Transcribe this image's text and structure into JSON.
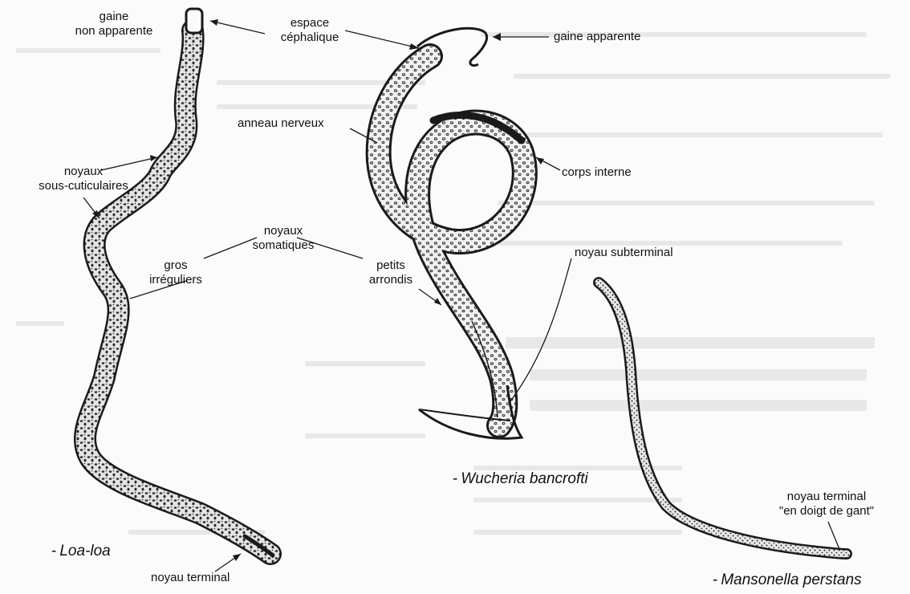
{
  "labels": {
    "gaine_non_apparente": [
      "gaine",
      "non apparente"
    ],
    "espace_cephalique": [
      "espace",
      "céphalique"
    ],
    "gaine_apparente": "gaine apparente",
    "anneau_nerveux": "anneau nerveux",
    "corps_interne": "corps interne",
    "noyaux_sous_cuticulaires": [
      "noyaux",
      "sous-cuticulaires"
    ],
    "noyaux_somatiques": [
      "noyaux",
      "somatiques"
    ],
    "gros_irreguliers": [
      "gros",
      "irréguliers"
    ],
    "petits_arrondis": [
      "petits",
      "arrondis"
    ],
    "noyau_subterminal": "noyau subterminal",
    "noyau_terminal_mansonella": [
      "noyau terminal",
      "\"en doigt de gant\""
    ],
    "noyau_terminal_loa": "noyau terminal"
  },
  "captions": {
    "dash": "-",
    "loa_loa": "Loa-loa",
    "wucheria": "Wucheria bancrofti",
    "mansonella": "Mansonella perstans"
  },
  "colors": {
    "ink": "#1a1a1a",
    "worm_fill": "#e9e9e9",
    "nuclei": "#2a2a2a",
    "background": "#fbfbfb"
  }
}
